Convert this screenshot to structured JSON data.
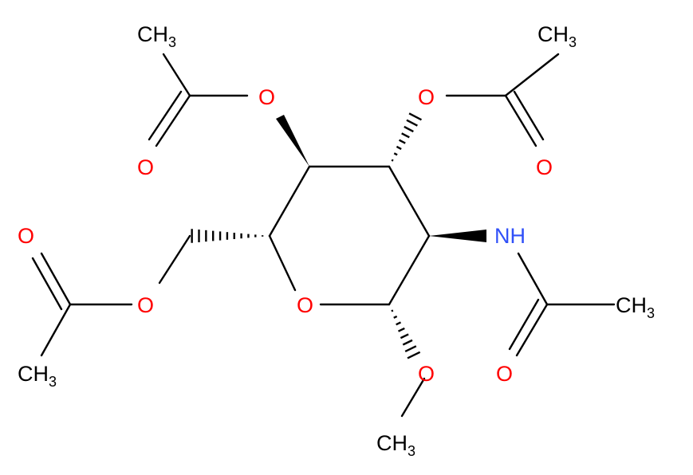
{
  "colors": {
    "carbon": "#000000",
    "oxygen": "#FF0000",
    "nitrogen": "#3050F8",
    "background": "#FFFFFF"
  },
  "atoms": {
    "ch3_top_left": {
      "main": "CH",
      "sub": "3"
    },
    "ch3_top_right": {
      "main": "CH",
      "sub": "3"
    },
    "o_ester_c4": {
      "main": "O"
    },
    "o_ester_c3": {
      "main": "O"
    },
    "o_carbonyl_c4": {
      "main": "O"
    },
    "o_carbonyl_c3": {
      "main": "O"
    },
    "nh": {
      "main": "NH"
    },
    "o_carbonyl_c6": {
      "main": "O"
    },
    "ch3_nac": {
      "main": "CH",
      "sub": "3"
    },
    "o_ring": {
      "main": "O"
    },
    "o_ester_c6": {
      "main": "O"
    },
    "o_carbonyl_nac": {
      "main": "O"
    },
    "o_methoxy": {
      "main": "O"
    },
    "ch3_bottom_left": {
      "main": "CH",
      "sub": "3"
    },
    "ch3_methoxy": {
      "main": "CH",
      "sub": "3"
    }
  }
}
